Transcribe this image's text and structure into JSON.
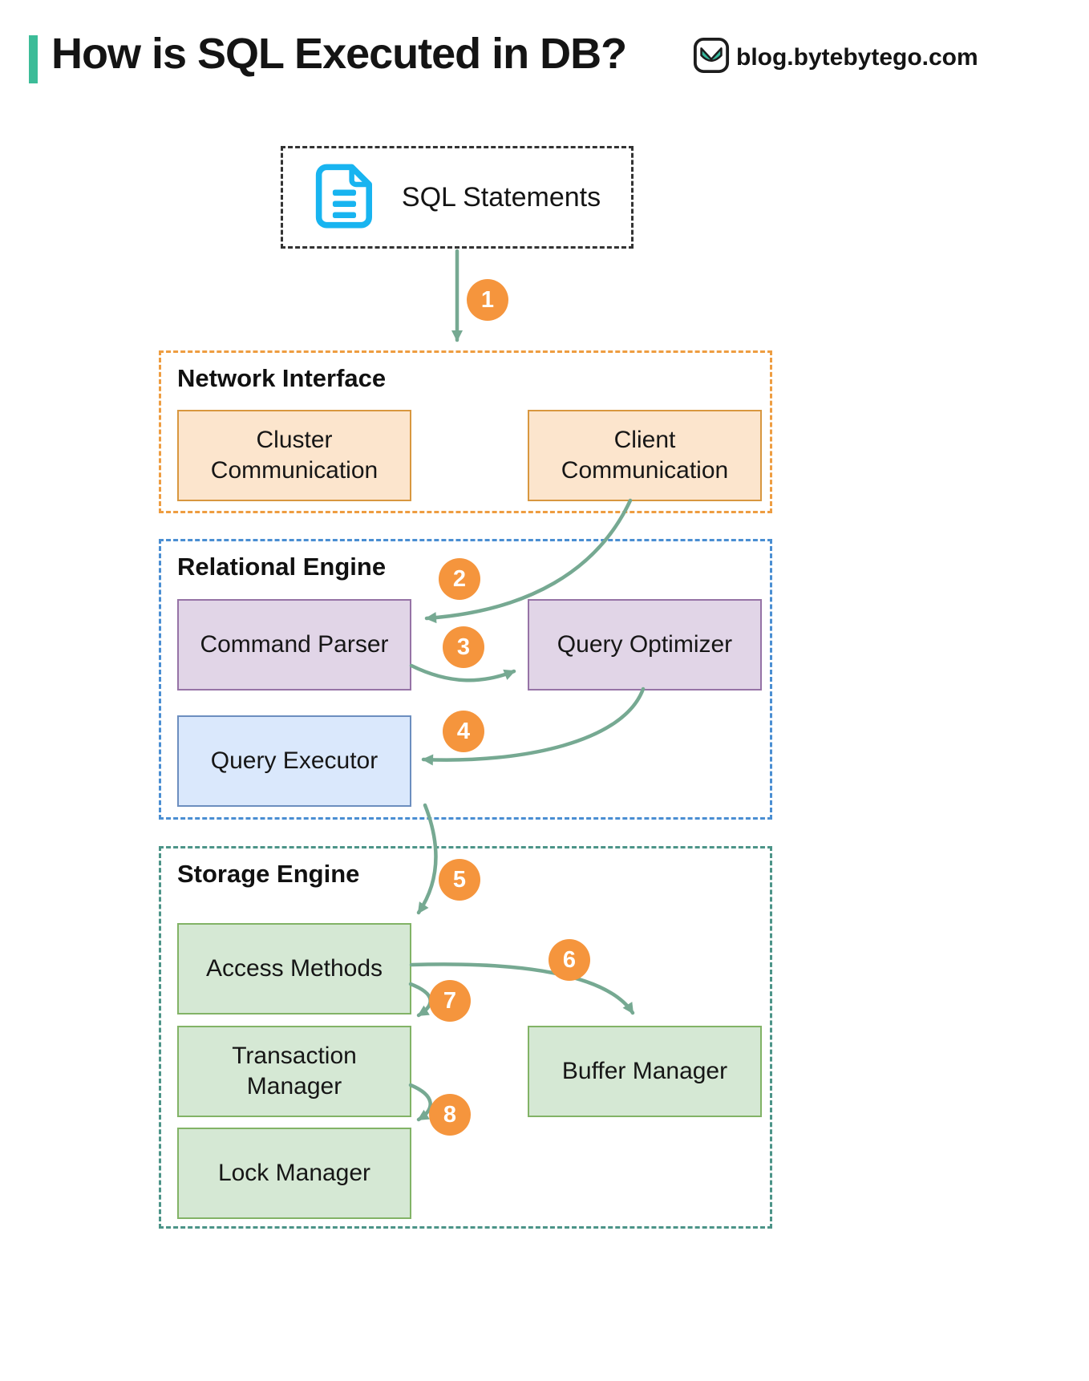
{
  "header": {
    "title": "How is SQL Executed in DB?",
    "brand": "blog.bytebytego.com"
  },
  "colors": {
    "accent_teal": "#3CBC98",
    "arrow": "#76A992",
    "badge_orange": "#F5953D",
    "network_border": "#EE9D41",
    "network_node_fill": "#FCE5CD",
    "relational_border": "#4A8ED2",
    "purple_node_fill": "#E1D5E7",
    "purple_node_border": "#9673A6",
    "blue_node_fill": "#DAE8FC",
    "blue_node_border": "#6C8EBF",
    "storage_border": "#4C9488",
    "green_node_fill": "#D5E8D4",
    "green_node_border": "#82B366",
    "document_icon": "#18B4F0"
  },
  "diagram": {
    "source": {
      "label": "SQL Statements"
    },
    "groups": [
      {
        "label": "Network Interface",
        "nodes": [
          {
            "label": "Cluster Communication"
          },
          {
            "label": "Client Communication"
          }
        ]
      },
      {
        "label": "Relational Engine",
        "nodes": [
          {
            "label": "Command Parser"
          },
          {
            "label": "Query Optimizer"
          },
          {
            "label": "Query Executor"
          }
        ]
      },
      {
        "label": "Storage Engine",
        "nodes": [
          {
            "label": "Access Methods"
          },
          {
            "label": "Transaction Manager"
          },
          {
            "label": "Lock Manager"
          },
          {
            "label": "Buffer Manager"
          }
        ]
      }
    ],
    "steps": [
      {
        "number": "1",
        "from": "SQL Statements",
        "to": "Network Interface"
      },
      {
        "number": "2",
        "from": "Client Communication",
        "to": "Command Parser"
      },
      {
        "number": "3",
        "from": "Command Parser",
        "to": "Query Optimizer"
      },
      {
        "number": "4",
        "from": "Query Optimizer",
        "to": "Query Executor"
      },
      {
        "number": "5",
        "from": "Query Executor",
        "to": "Access Methods"
      },
      {
        "number": "6",
        "from": "Access Methods",
        "to": "Buffer Manager"
      },
      {
        "number": "7",
        "from": "Access Methods",
        "to": "Transaction Manager"
      },
      {
        "number": "8",
        "from": "Transaction Manager",
        "to": "Lock Manager"
      }
    ]
  }
}
